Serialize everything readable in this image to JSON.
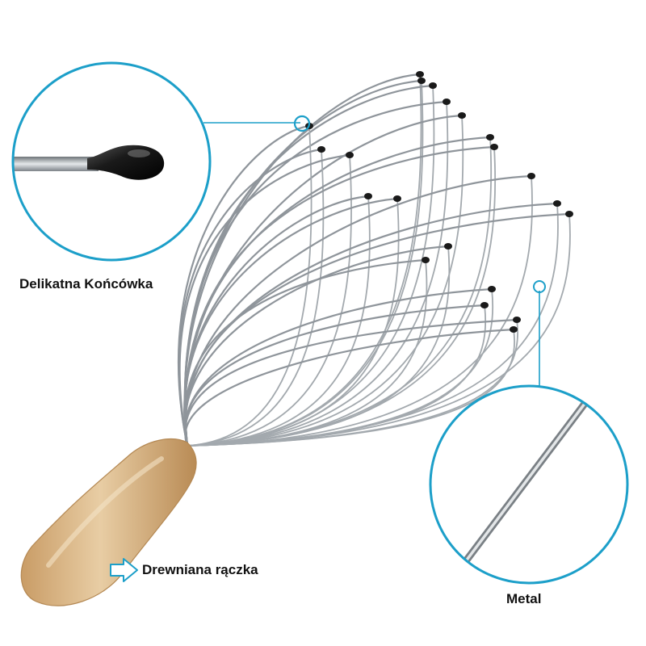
{
  "labels": {
    "tip": "Delikatna Końcówka",
    "handle": "Drewniana rączka",
    "metal": "Metal"
  },
  "colors": {
    "callout_ring": "#1c9fc9",
    "wire": "#8f959b",
    "wire_highlight": "#d9dde0",
    "tip_ball": "#1a1a1a",
    "handle_wood": "#d9b98d",
    "handle_shadow": "#b8905e",
    "text": "#111111"
  },
  "icons": {
    "handle_pointer": "outline-arrow-right-icon"
  }
}
